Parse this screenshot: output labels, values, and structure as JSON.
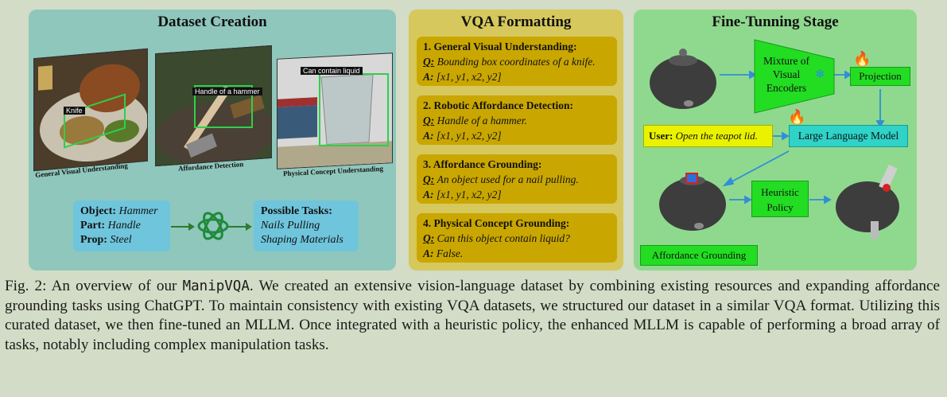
{
  "panels": {
    "dataset_creation": {
      "title": "Dataset Creation",
      "photos": [
        {
          "caption": "General Visual Understanding",
          "tag": "Knife"
        },
        {
          "caption": "Affordance Detection",
          "tag": "Handle of a hammer"
        },
        {
          "caption": "Physical Concept Understanding",
          "tag": "Can contain liquid"
        }
      ],
      "object_box": {
        "object_key": "Object:",
        "object_val": "Hammer",
        "part_key": "Part:",
        "part_val": "Handle",
        "prop_key": "Prop:",
        "prop_val": "Steel"
      },
      "tasks_box": {
        "title": "Possible Tasks:",
        "items": [
          "Nails Pulling",
          "Shaping Materials"
        ]
      }
    },
    "vqa_formatting": {
      "title": "VQA Formatting",
      "q_key": "Q:",
      "a_key": "A:",
      "cards": [
        {
          "heading": "1. General Visual Understanding:",
          "q": "Bounding box coordinates of a knife.",
          "a": "[x1, y1, x2, y2]"
        },
        {
          "heading": "2. Robotic Affordance Detection:",
          "q": "Handle of a hammer.",
          "a": "[x1, y1, x2, y2]"
        },
        {
          "heading": "3. Affordance Grounding:",
          "q": "An object used for a nail pulling.",
          "a": "[x1, y1, x2, y2]"
        },
        {
          "heading": "4. Physical Concept Grounding:",
          "q": "Can this object contain liquid?",
          "a": "False."
        }
      ]
    },
    "fine_tuning": {
      "title": "Fine-Tunning Stage",
      "encoders_label": "Mixture of Visual Encoders",
      "projection_label": "Projection",
      "llm_label": "Large Language Model",
      "user_key": "User:",
      "user_prompt": "Open the teapot lid.",
      "policy_label": "Heuristic Policy",
      "grounding_label": "Affordance Grounding"
    }
  },
  "caption": {
    "prefix": "Fig. 2: An overview of our ",
    "method": "ManipVQA",
    "rest": ". We created an extensive vision-language dataset by combining existing resources and expanding affordance grounding tasks using ChatGPT. To maintain consistency with existing VQA datasets, we structured our dataset in a similar VQA format. Utilizing this curated dataset, we then fine-tuned an MLLM. Once integrated with a heuristic policy, the enhanced MLLM is capable of performing a broad array of tasks, notably including complex manipulation tasks."
  },
  "colors": {
    "panel1": "#8fc7bc",
    "panel2": "#d6c85c",
    "panel3": "#8fd98e",
    "cyan_box": "#6fc5dc",
    "vqa_card": "#caa700",
    "green_btn": "#22dd22",
    "llm_box": "#2fd3c8",
    "user_box": "#eaf200",
    "arrow": "#2f8fd8"
  }
}
